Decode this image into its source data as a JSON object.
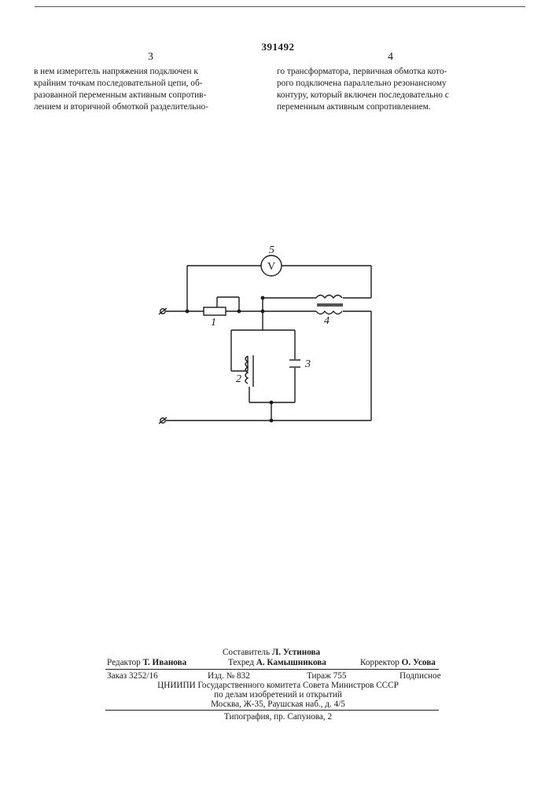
{
  "patent_number": "391492",
  "columns": {
    "left": {
      "number": "3",
      "lines": [
        "в нем измеритель напряжения подключен к",
        "крайним точкам последовательной цепи, об-",
        "разованной переменным активным сопротив-",
        "лением и вторичной обмоткой разделительно-"
      ]
    },
    "right": {
      "number": "4",
      "lines": [
        "го трансформатора, первичная обмотка кото-",
        "рого подключена параллельно резонансному",
        "контуру, который включен последовательно с",
        "переменным активным сопротивлением."
      ]
    }
  },
  "diagram": {
    "labels": {
      "voltmeter_number": "5",
      "voltmeter_symbol": "V",
      "resistor": "1",
      "inductor": "2",
      "capacitor": "3",
      "transformer": "4",
      "terminal_top": "ø",
      "terminal_bottom": "ø"
    }
  },
  "imprint": {
    "compiler_label": "Составитель",
    "compiler_name": "Л. Устинова",
    "editor_label": "Редактор",
    "editor_name": "Т. Иванова",
    "techred_label": "Техред",
    "techred_name": "А. Камышникова",
    "corrector_label": "Корректор",
    "corrector_name": "О. Усова",
    "order": "Заказ 3252/16",
    "edition": "Изд. № 832",
    "print_run": "Тираж 755",
    "subscription": "Подписное",
    "org_line1": "ЦНИИПИ Государственного комитета Совета Министров СССР",
    "org_line2": "по делам изобретений и открытий",
    "address": "Москва, Ж-35, Раушская наб., д. 4/5",
    "printing_house": "Типография, пр. Сапунова, 2"
  }
}
